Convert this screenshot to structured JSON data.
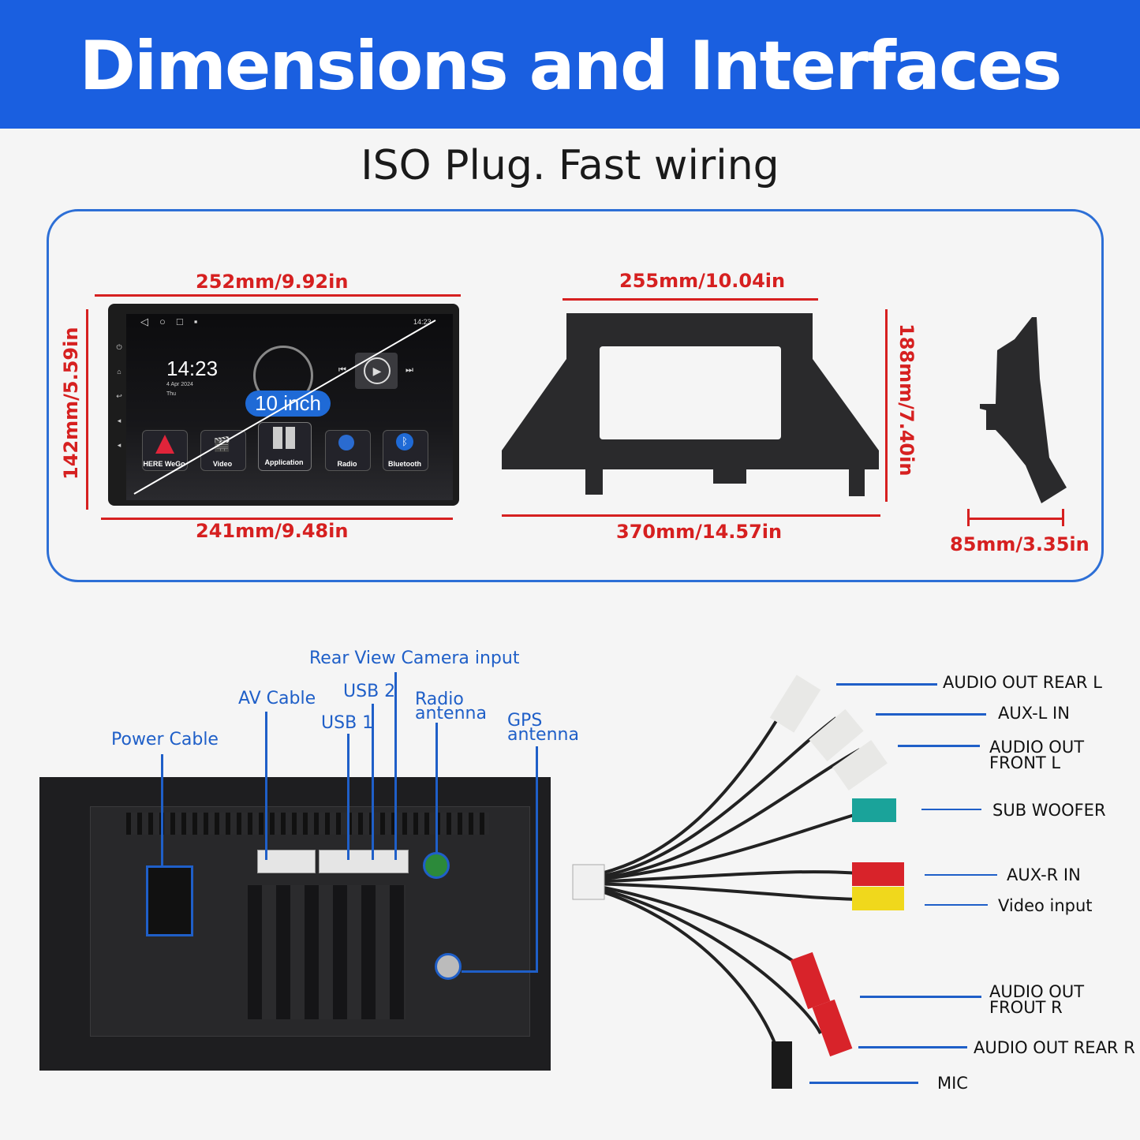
{
  "header": {
    "title": "Dimensions and Interfaces",
    "subtitle": "ISO Plug. Fast wiring"
  },
  "dimensions": {
    "screen_width": "252mm/9.92in",
    "screen_bottom_width": "241mm/9.48in",
    "screen_height": "142mm/5.59in",
    "frame_top_width": "255mm/10.04in",
    "frame_bottom_width": "370mm/14.57in",
    "frame_height": "188mm/7.40in",
    "frame_depth": "85mm/3.35in"
  },
  "screen": {
    "time": "14:23",
    "date": "4 Apr 2024",
    "day": "Thu",
    "status_time": "14:23",
    "size_badge": "10 inch",
    "apps": [
      "HERE WeGo",
      "Video",
      "Application",
      "Radio",
      "Bluetooth"
    ]
  },
  "ports": {
    "power": "Power Cable",
    "av": "AV Cable",
    "usb1": "USB 1",
    "usb2": "USB 2",
    "camera": "Rear View Camera input",
    "radio_l1": "Radio",
    "radio_l2": "antenna",
    "gps_l1": "GPS",
    "gps_l2": "antenna"
  },
  "harness": {
    "rear_l": "AUDIO OUT REAR L",
    "aux_l": "AUX-L IN",
    "front_l_1": "AUDIO OUT",
    "front_l_2": "FRONT L",
    "sub": "SUB WOOFER",
    "aux_r": "AUX-R IN",
    "video": "Video input",
    "front_r_1": "AUDIO OUT",
    "front_r_2": "FROUT R",
    "rear_r": "AUDIO OUT REAR R",
    "mic": "MIC"
  },
  "colors": {
    "brand_blue": "#1a5fe0",
    "dimension_red": "#d62020",
    "label_blue": "#1f5fc8"
  }
}
